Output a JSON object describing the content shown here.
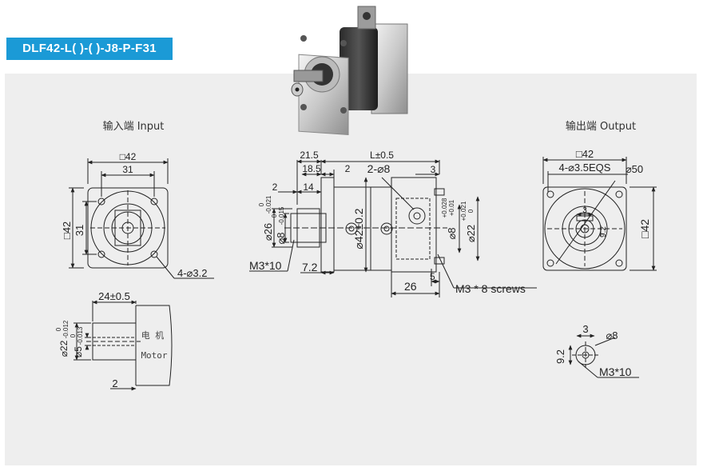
{
  "model": "DLF42-L( )-( )-J8-P-F31",
  "input_view": {
    "title": "输入端 Input",
    "square": "□42",
    "inner": "31",
    "side_outer": "□42",
    "side_inner": "31",
    "holes": "4-⌀3.2"
  },
  "side_view": {
    "d215": "21.5",
    "l05": "L±0.5",
    "d185": "18.5",
    "d2a": "2",
    "phi8_top": "2-⌀8",
    "d3": "3",
    "d2b": "2",
    "d14": "14",
    "phi26": "⌀26",
    "phi26_tol_u": "0",
    "phi26_tol_l": "-0.021",
    "phi8a": "⌀8",
    "phi8a_tol_u": "0",
    "phi8a_tol_l": "-0.015",
    "phi42": "⌀42±0.2",
    "phi8b": "⌀8",
    "phi8b_tol_u": "+0.028",
    "phi8b_tol_l": "+0.01",
    "phi22": "⌀22",
    "phi22_tol_u": "+0.021",
    "phi22_tol_l": "0",
    "m3x10": "M3*10",
    "d72": "7.2",
    "d26": "26",
    "d5": "5",
    "m3x8": "M3 * 8 screws"
  },
  "output_view": {
    "title": "输出端 Output",
    "square": "□42",
    "holes": "4-⌀3.5EQS",
    "phi50": "⌀50",
    "d3": "3",
    "d92": "9.2",
    "side": "□42"
  },
  "motor_view": {
    "d24": "24±0.5",
    "phi22": "⌀22",
    "phi22_tol_u": "0",
    "phi22_tol_l": "-0.012",
    "phi5": "⌀5",
    "phi5_tol_u": "0",
    "phi5_tol_l": "-0.013",
    "d2": "2",
    "cn_label": "电 机",
    "en_label": "Motor"
  },
  "key_view": {
    "d3": "3",
    "phi8": "⌀8",
    "d92": "9.2",
    "m3x10": "M3*10"
  }
}
